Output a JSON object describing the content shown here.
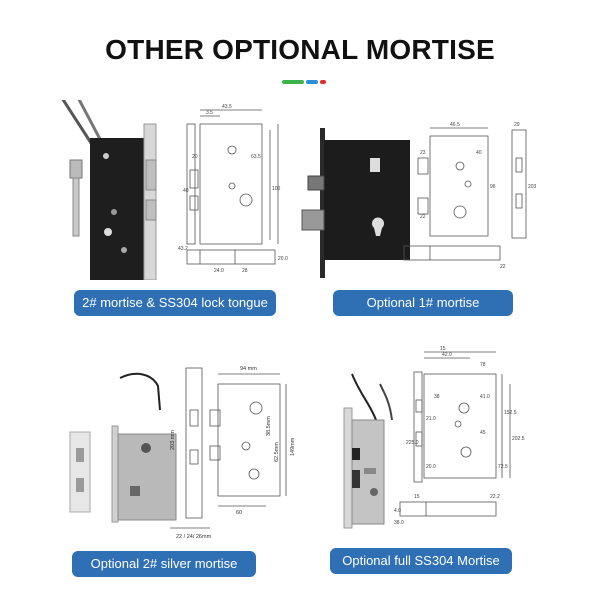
{
  "page": {
    "title": "OTHER OPTIONAL MORTISE",
    "accent_colors": [
      "#3cb34a",
      "#2a8fd6",
      "#e0312b"
    ],
    "caption_color": "#2f6fb4"
  },
  "panels": [
    {
      "caption": "2# mortise & SS304 lock tongue",
      "dims": [
        "43.5",
        "3.5",
        "20",
        "63.5",
        "40",
        "100",
        "43.2",
        "24.0",
        "28",
        "20.0"
      ]
    },
    {
      "caption": "Optional 1# mortise",
      "dims": [
        "46.5",
        "29",
        "23",
        "40",
        "203",
        "96",
        "22",
        "22"
      ]
    },
    {
      "caption": "Optional 2# silver mortise",
      "dims": [
        "94 mm",
        "203 mm",
        "38.5mm",
        "62.5mm",
        "149mm",
        "60",
        "22 / 24/ 26mm"
      ]
    },
    {
      "caption": "Optional full SS304 Mortise",
      "dims": [
        "15",
        "42.0",
        "78",
        "38",
        "41.0",
        "225.0",
        "21.0",
        "20.0",
        "45",
        "152.5",
        "202.5",
        "72.5",
        "15",
        "4.0",
        "38.0",
        "22.2"
      ]
    }
  ]
}
